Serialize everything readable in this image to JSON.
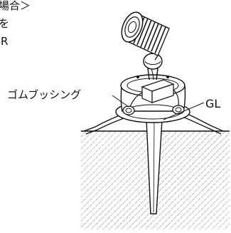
{
  "diagram": {
    "note_lines": [
      "場合＞",
      "を",
      " R"
    ],
    "callouts": {
      "rubber_bushing": "ゴムブッシング",
      "ground_level": "GL"
    },
    "colors": {
      "ink": "#111111",
      "background": "#ffffff"
    }
  }
}
